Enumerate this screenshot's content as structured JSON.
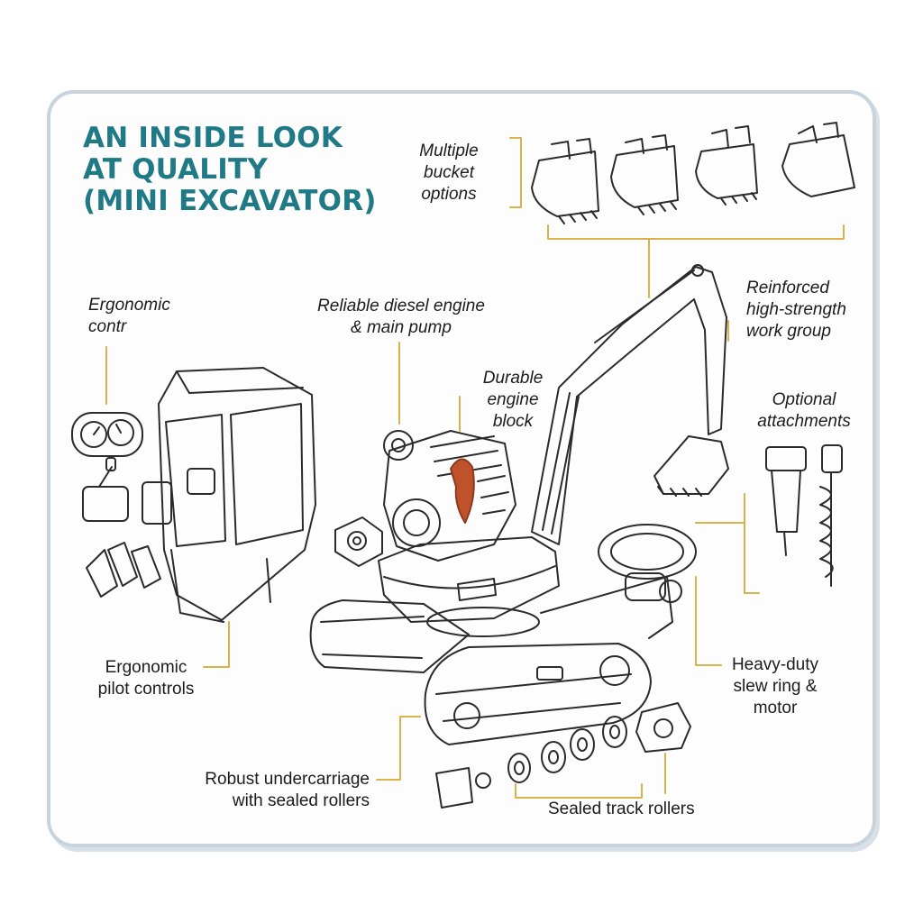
{
  "title": {
    "lines": [
      "AN INSIDE LOOK",
      "AT QUALITY",
      "(MINI EXCAVATOR)"
    ]
  },
  "labels": {
    "bucket_options": [
      "Multiple",
      "bucket",
      "options"
    ],
    "ergonomic_top": [
      "Ergonomic",
      "contr"
    ],
    "engine_pump": [
      "Reliable diesel engine",
      "& main pump"
    ],
    "engine_block": [
      "Durable",
      "engine",
      "block"
    ],
    "work_group": [
      "Reinforced",
      "high-strength",
      "work group"
    ],
    "attachments": [
      "Optional",
      "attachments"
    ],
    "pilot_controls": [
      "Ergonomic",
      "pilot controls"
    ],
    "slew_ring": [
      "Heavy-duty",
      "slew ring &",
      "motor"
    ],
    "undercarriage": [
      "Robust undercarriage",
      "with sealed rollers"
    ],
    "track_rollers": [
      "Sealed track rollers"
    ]
  },
  "colors": {
    "title": "#1f7a86",
    "leader": "#d9b24c",
    "line": "#2b2b2b",
    "accent": "#c0522b",
    "border": "#c9d3dc"
  }
}
